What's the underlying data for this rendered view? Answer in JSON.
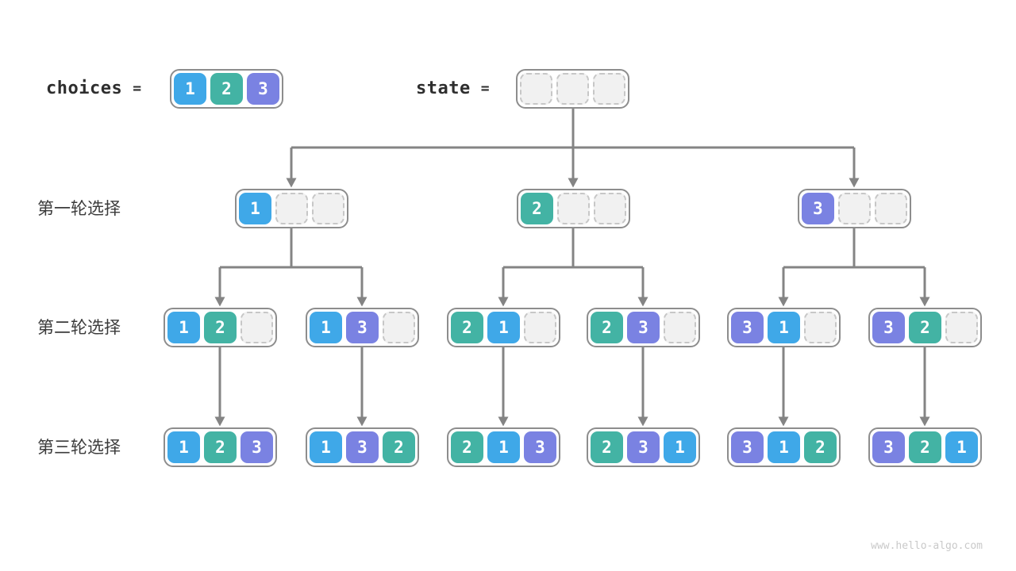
{
  "colors": {
    "cell1": "#3fa8e8",
    "cell2": "#43b3a4",
    "cell3": "#7a82e2",
    "connector": "#848484",
    "box_border": "#8d8d8d"
  },
  "header": {
    "choices_label": "choices",
    "choices_equals": "=",
    "state_label": "state",
    "state_equals": "=",
    "choices_cells": [
      "1",
      "2",
      "3"
    ],
    "state_cells": [
      "",
      "",
      ""
    ]
  },
  "rounds": [
    {
      "label": "第一轮选择",
      "boxes": [
        [
          "1",
          "",
          ""
        ],
        [
          "2",
          "",
          ""
        ],
        [
          "3",
          "",
          ""
        ]
      ]
    },
    {
      "label": "第二轮选择",
      "boxes": [
        [
          "1",
          "2",
          ""
        ],
        [
          "1",
          "3",
          ""
        ],
        [
          "2",
          "1",
          ""
        ],
        [
          "2",
          "3",
          ""
        ],
        [
          "3",
          "1",
          ""
        ],
        [
          "3",
          "2",
          ""
        ]
      ]
    },
    {
      "label": "第三轮选择",
      "boxes": [
        [
          "1",
          "2",
          "3"
        ],
        [
          "1",
          "3",
          "2"
        ],
        [
          "2",
          "1",
          "3"
        ],
        [
          "2",
          "3",
          "1"
        ],
        [
          "3",
          "1",
          "2"
        ],
        [
          "3",
          "2",
          "1"
        ]
      ]
    }
  ],
  "watermark": "www.hello-algo.com"
}
